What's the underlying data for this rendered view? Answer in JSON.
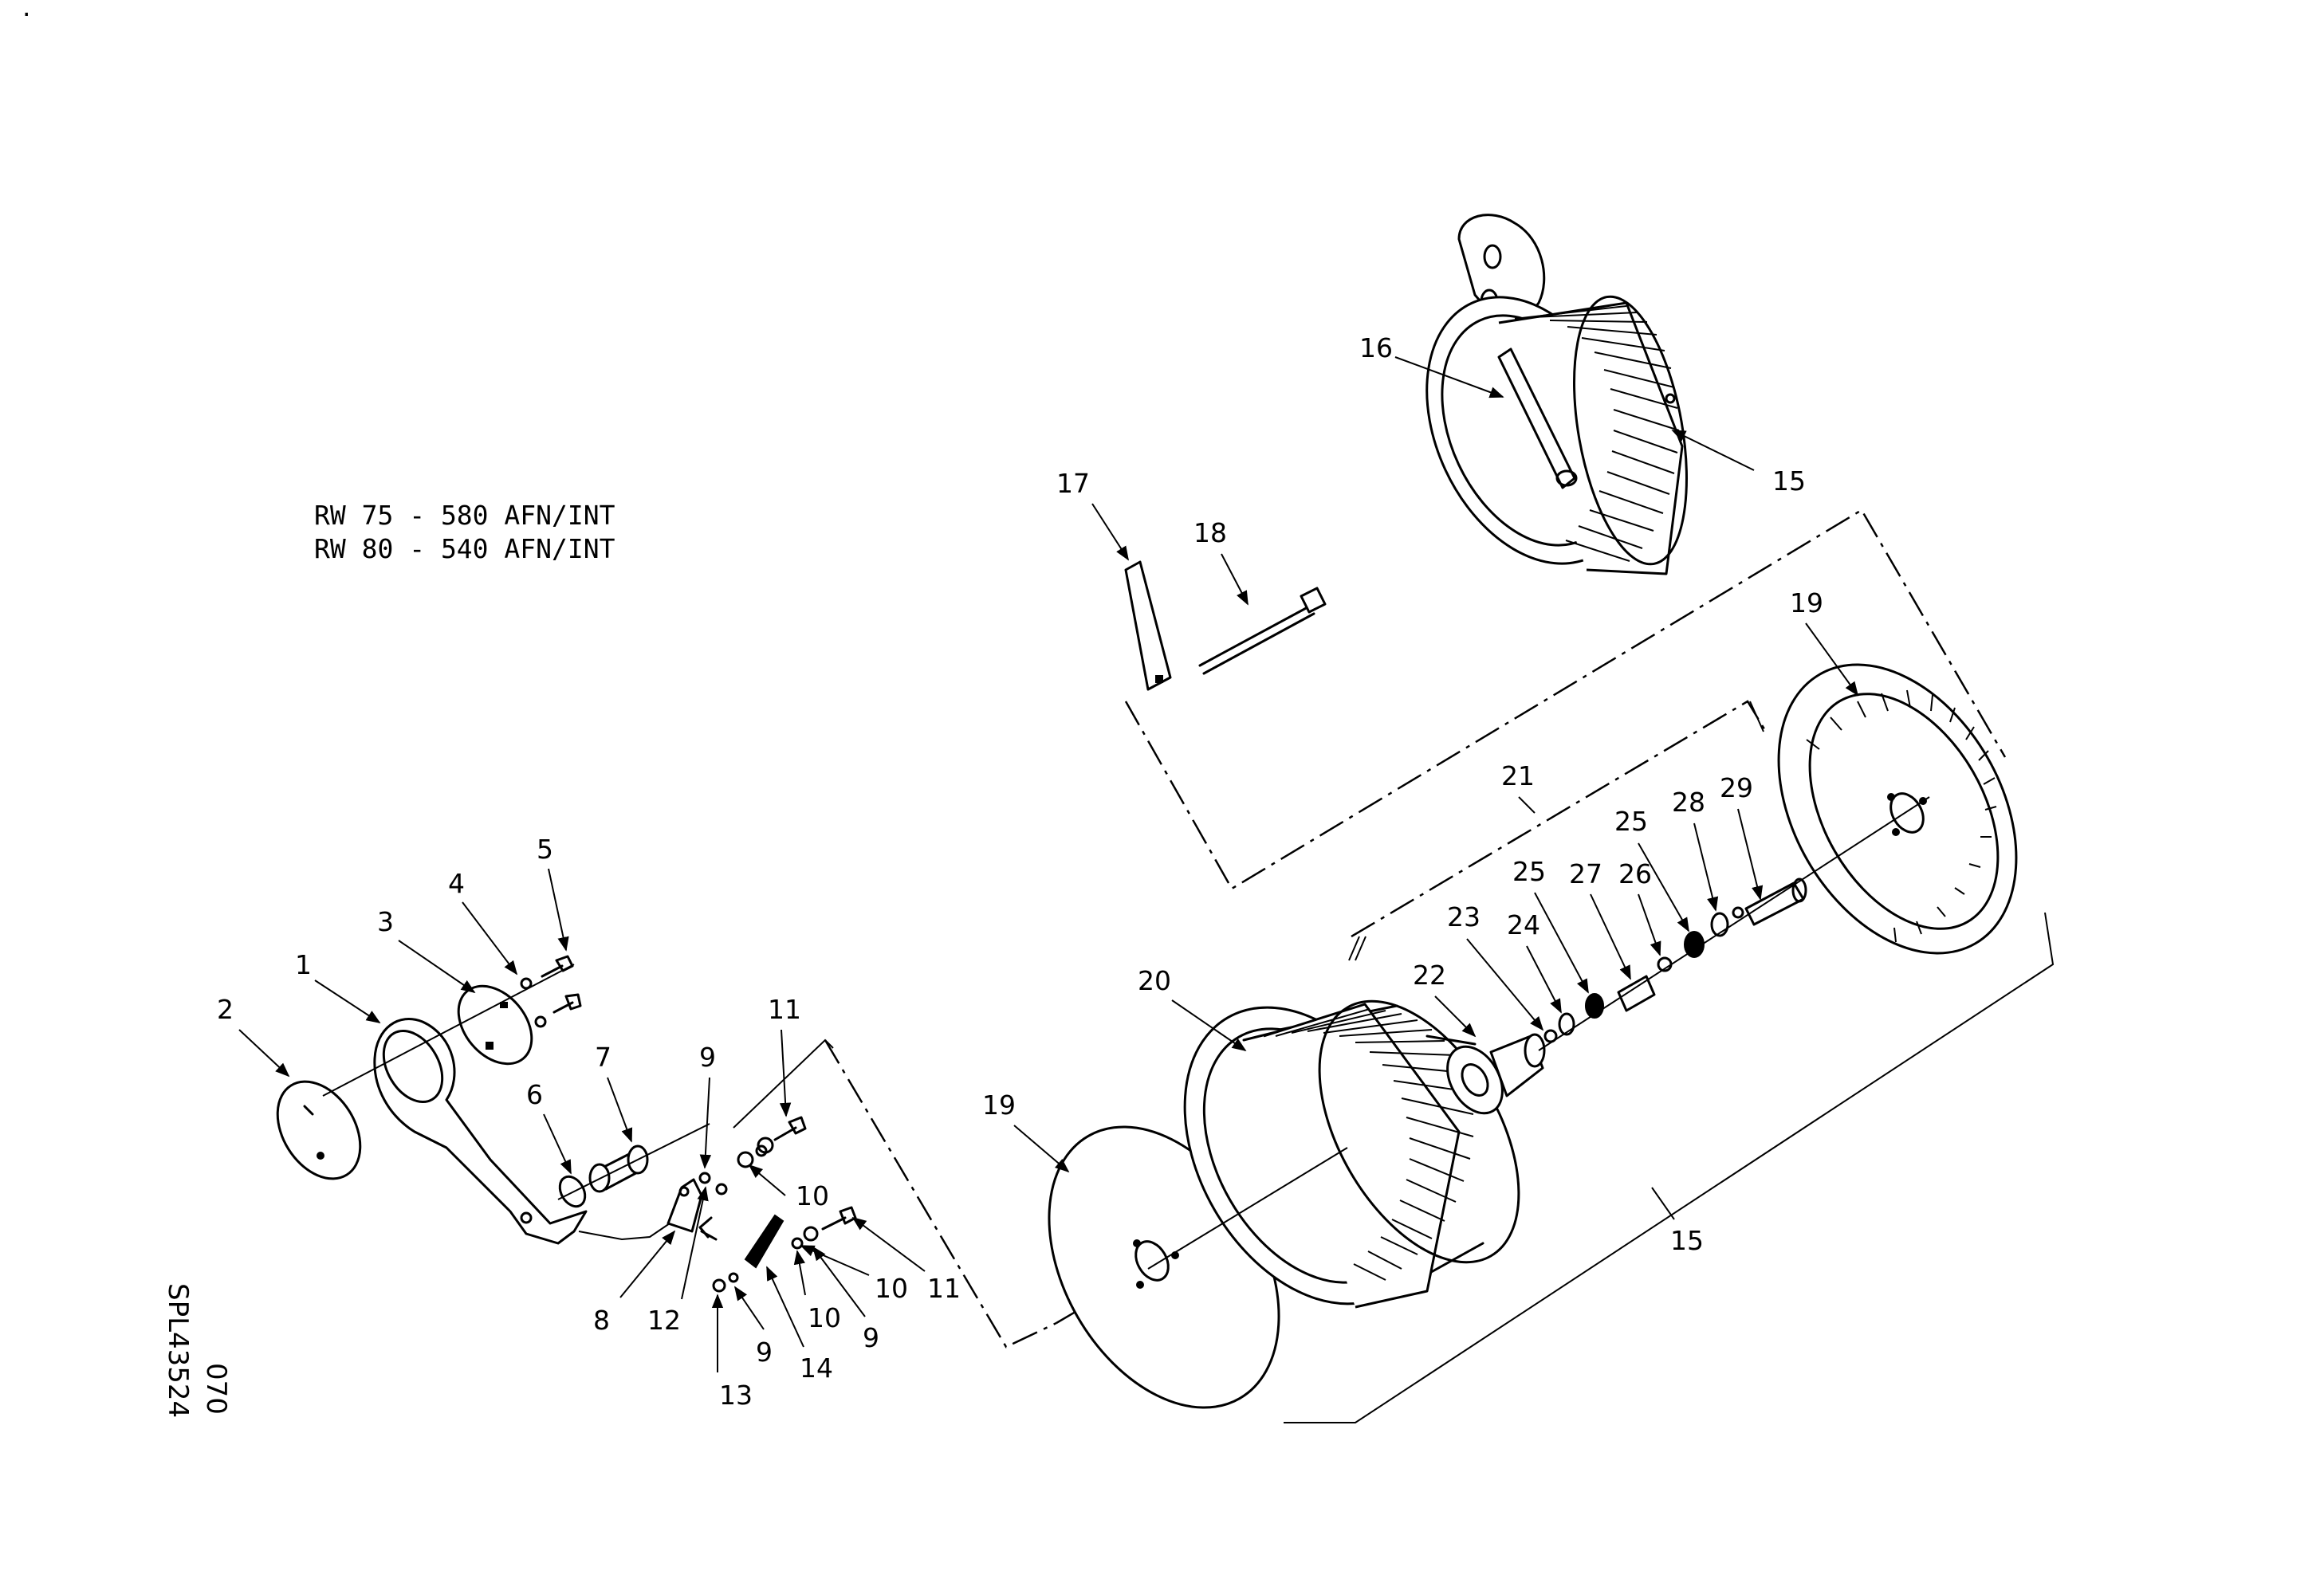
{
  "models": [
    "RW 75 - 580 AFN/INT",
    "RW 80 - 540 AFN/INT"
  ],
  "drawing_code": "SPL43524",
  "drawing_sheet": "070",
  "corner_mark": ".",
  "callouts": [
    "1",
    "2",
    "3",
    "4",
    "5",
    "6",
    "7",
    "8",
    "9",
    "9",
    "9",
    "10",
    "10",
    "10",
    "10",
    "11",
    "11",
    "12",
    "13",
    "14",
    "15",
    "15",
    "16",
    "17",
    "18",
    "19",
    "19",
    "20",
    "21",
    "22",
    "23",
    "24",
    "25",
    "25",
    "26",
    "27",
    "28",
    "29"
  ]
}
